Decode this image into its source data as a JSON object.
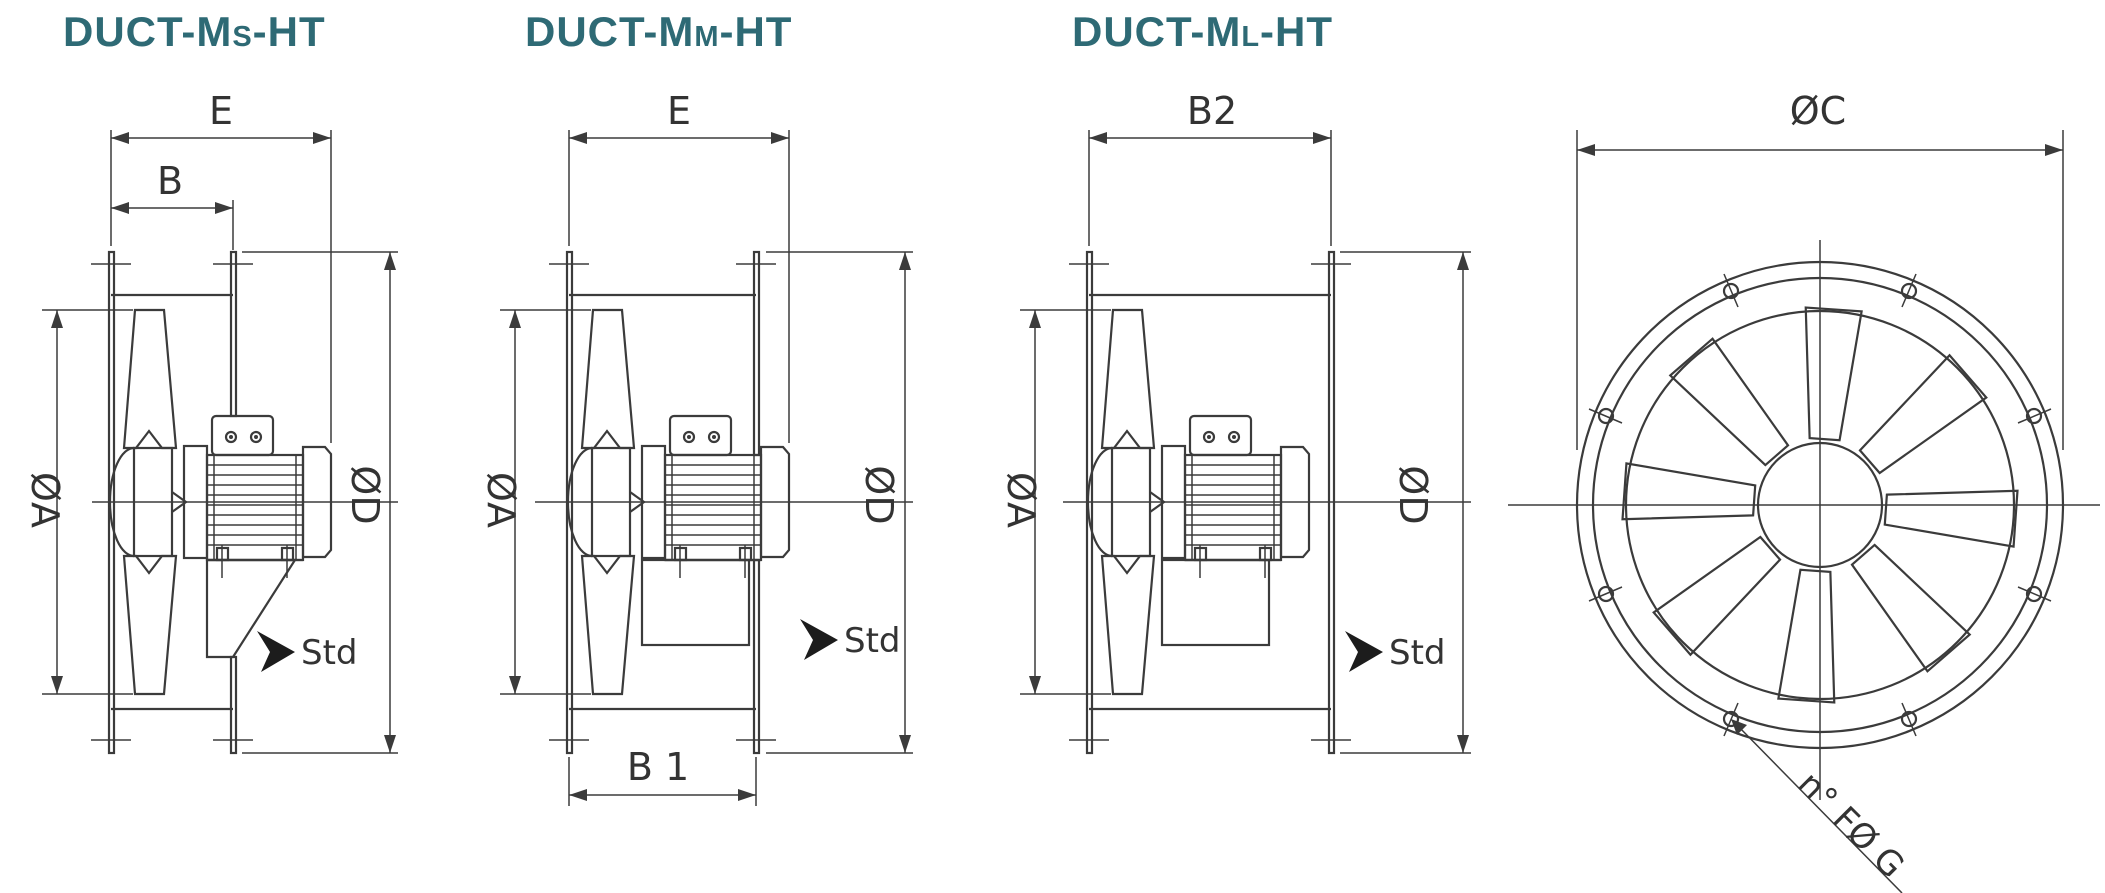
{
  "colors": {
    "title_teal": "#2E6A75",
    "line": "#3b3b3b",
    "background": "#ffffff"
  },
  "titles": {
    "ms": {
      "prefix": "DUCT-M",
      "size_letter": "s",
      "suffix": "-HT"
    },
    "mm": {
      "prefix": "DUCT-M",
      "size_letter": "m",
      "suffix": "-HT"
    },
    "ml": {
      "prefix": "DUCT-M",
      "size_letter": "l",
      "suffix": "-HT"
    }
  },
  "side_views": {
    "ms": {
      "dim_overall_length": "E",
      "dim_casing_length": "B",
      "dim_impeller_diameter": "ØA",
      "dim_flange_diameter": "ØD",
      "flow_label": "Std"
    },
    "mm": {
      "dim_overall_length": "E",
      "dim_casing_length_bottom": "B 1",
      "dim_impeller_diameter": "ØA",
      "dim_flange_diameter": "ØD",
      "flow_label": "Std"
    },
    "ml": {
      "dim_casing_length": "B2",
      "dim_impeller_diameter": "ØA",
      "dim_flange_diameter": "ØD",
      "flow_label": "Std"
    }
  },
  "front_view": {
    "dim_outer_diameter": "ØC",
    "bolt_holes_note": "n° FØ G"
  }
}
